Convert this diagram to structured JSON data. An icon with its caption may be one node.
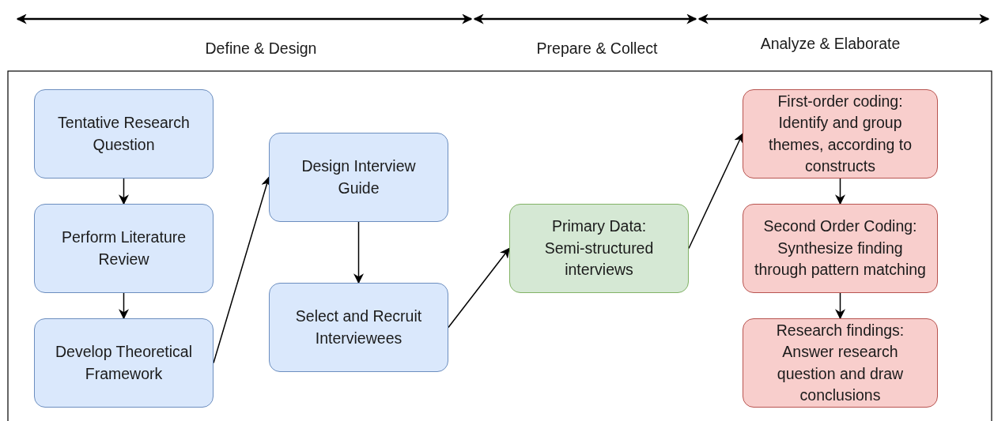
{
  "diagram": {
    "nodes": [
      {
        "text": [
          "Tentative Research Question"
        ]
      },
      {
        "text": [
          "Perform Literature Review"
        ]
      },
      {
        "text": [
          "Develop Theoretical Framework"
        ]
      },
      {
        "text": [
          "Design Interview Guide"
        ]
      },
      {
        "text": [
          "Select and Recruit Interviewees"
        ]
      },
      {
        "text": [
          "Primary Data: Semi-structured interviews"
        ]
      },
      {
        "text": [
          "First-order coding: Identify and group themes, according to constructs"
        ]
      },
      {
        "text": [
          "Second Order Coding: Synthesize finding through pattern matching"
        ]
      },
      {
        "text": [
          "Research findings: Answer research question and draw conclusions"
        ]
      }
    ],
    "edges": [
      {
        "from": 0,
        "to": 1,
        "arrow": "to"
      },
      {
        "from": 1,
        "to": 2,
        "arrow": "to"
      },
      {
        "from": 2,
        "to": 3,
        "arrow": "to"
      },
      {
        "from": 3,
        "to": 4,
        "arrow": "to"
      },
      {
        "from": 4,
        "to": 5,
        "arrow": "to"
      },
      {
        "from": 5,
        "to": 6,
        "arrow": "to"
      },
      {
        "from": 6,
        "to": 7,
        "arrow": "to"
      },
      {
        "from": 7,
        "to": 8,
        "arrow": "to"
      }
    ],
    "labels": [
      "Define & Design",
      "Prepare & Collect",
      "Analyze & Elaborate"
    ]
  }
}
